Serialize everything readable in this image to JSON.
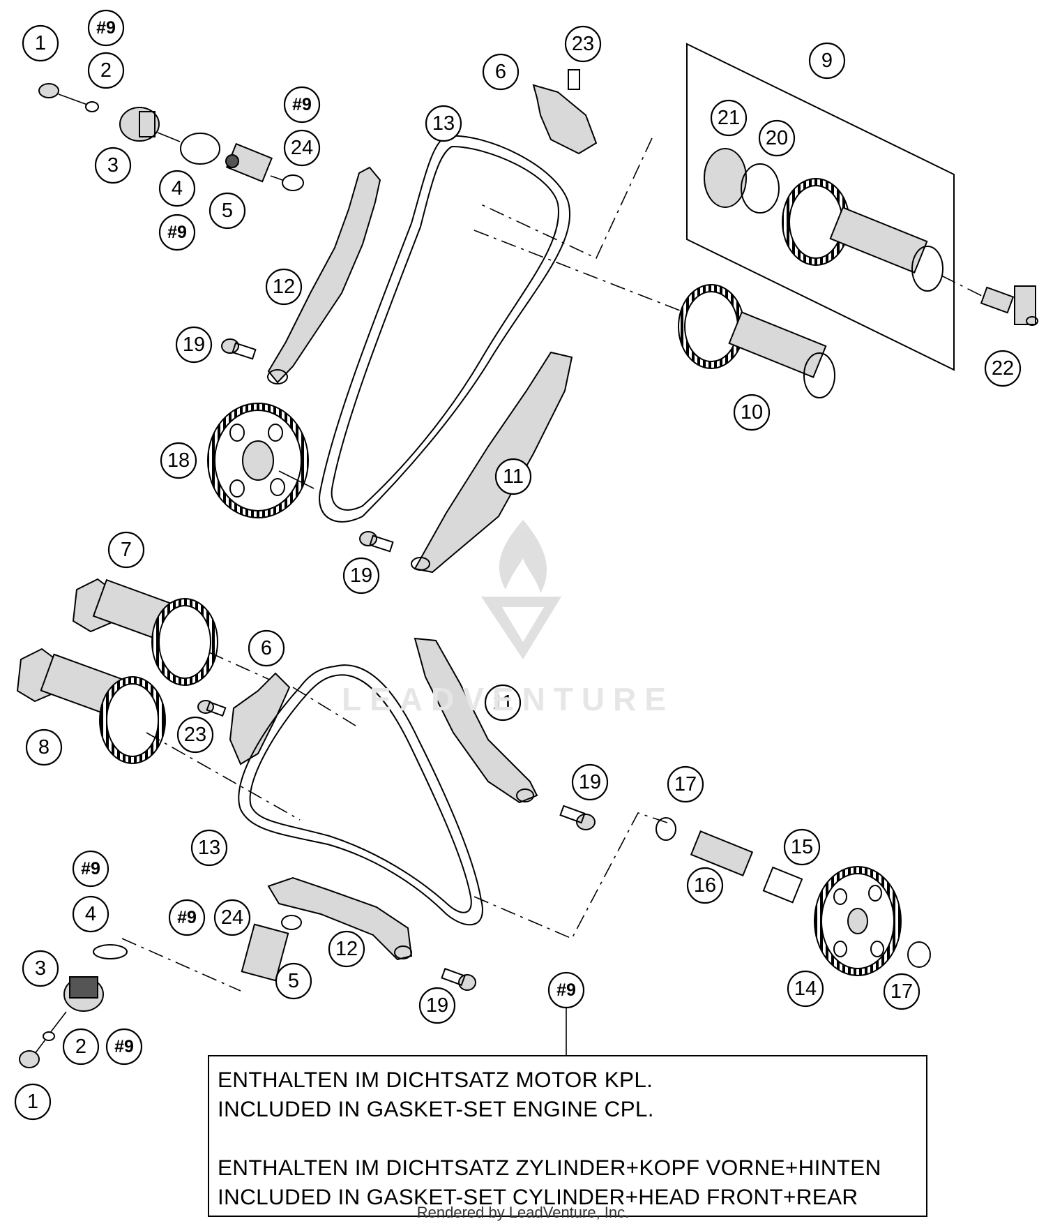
{
  "callouts": [
    {
      "label": "1"
    },
    {
      "label": "#9"
    },
    {
      "label": "2"
    },
    {
      "label": "3"
    },
    {
      "label": "4"
    },
    {
      "label": "#9"
    },
    {
      "label": "5"
    },
    {
      "label": "#9"
    },
    {
      "label": "24"
    },
    {
      "label": "12"
    },
    {
      "label": "19"
    },
    {
      "label": "18"
    },
    {
      "label": "13"
    },
    {
      "label": "6"
    },
    {
      "label": "23"
    },
    {
      "label": "9"
    },
    {
      "label": "21"
    },
    {
      "label": "20"
    },
    {
      "label": "22"
    },
    {
      "label": "10"
    },
    {
      "label": "11"
    },
    {
      "label": "19"
    },
    {
      "label": "7"
    },
    {
      "label": "6"
    },
    {
      "label": "8"
    },
    {
      "label": "23"
    },
    {
      "label": "11"
    },
    {
      "label": "19"
    },
    {
      "label": "17"
    },
    {
      "label": "15"
    },
    {
      "label": "16"
    },
    {
      "label": "13"
    },
    {
      "label": "#9"
    },
    {
      "label": "4"
    },
    {
      "label": "#9"
    },
    {
      "label": "24"
    },
    {
      "label": "3"
    },
    {
      "label": "12"
    },
    {
      "label": "5"
    },
    {
      "label": "19"
    },
    {
      "label": "14"
    },
    {
      "label": "17"
    },
    {
      "label": "#9"
    },
    {
      "label": "2"
    },
    {
      "label": "#9"
    },
    {
      "label": "1"
    }
  ],
  "note": {
    "line1": "ENTHALTEN IM DICHTSATZ MOTOR KPL.",
    "line2": "INCLUDED IN GASKET-SET ENGINE CPL.",
    "line3": "ENTHALTEN IM DICHTSATZ ZYLINDER+KOPF VORNE+HINTEN",
    "line4": "INCLUDED IN GASKET-SET CYLINDER+HEAD FRONT+REAR"
  },
  "watermark": "LEADVENTURE",
  "footer": "Rendered by LeadVenture, Inc."
}
